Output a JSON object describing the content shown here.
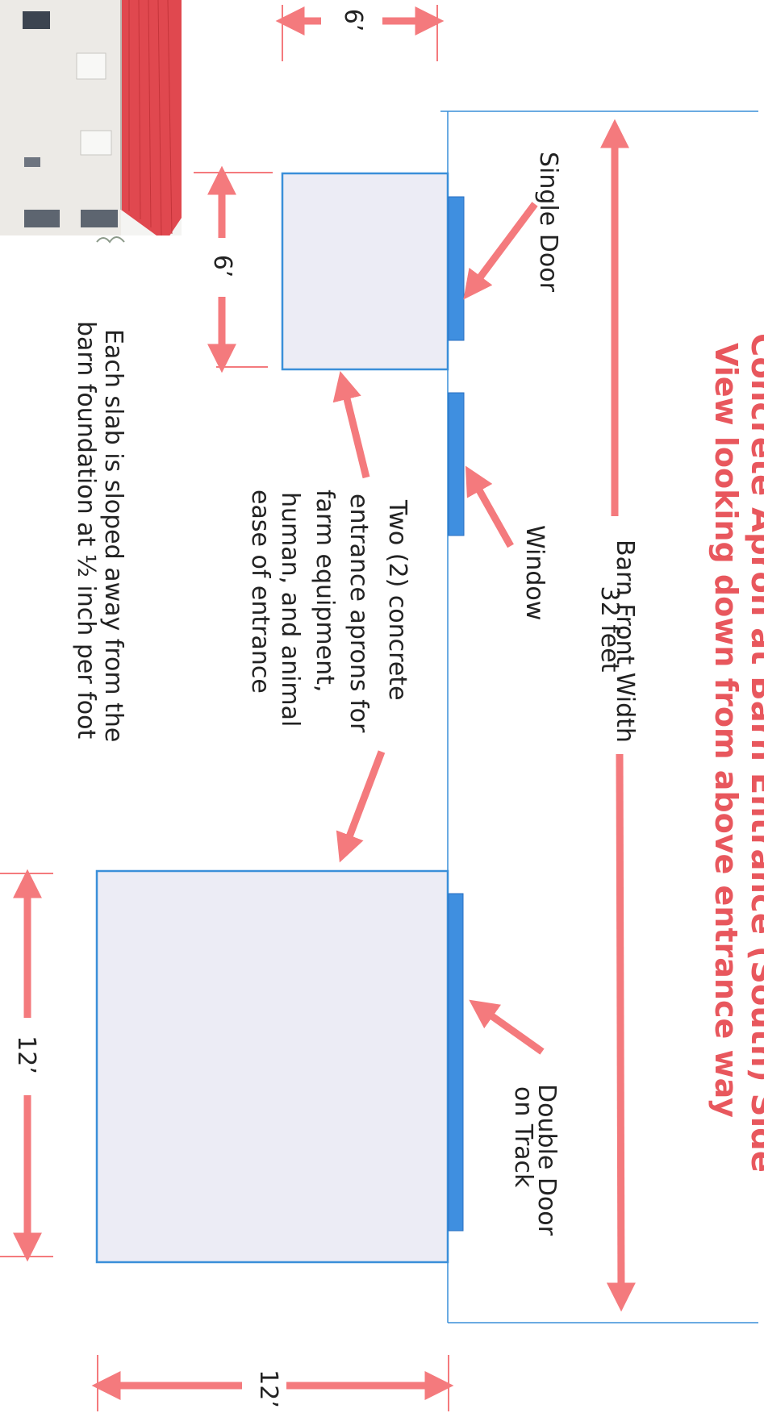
{
  "title": "Concrete Apron at Barn Entrance (South) Side",
  "subtitle": "View looking down from above entrance way",
  "barn_front_width": "Barn Front Width",
  "barn_front_width_value": "32 feet",
  "labels": {
    "single_door": "Single Door",
    "window": "Window",
    "double_door_line1": "Double Door",
    "double_door_line2": "on Track",
    "aprons_lines": [
      "Two (2) concrete",
      "entrance aprons for",
      "farm equipment,",
      "human, and animal",
      "ease of entrance"
    ],
    "slope_lines": [
      "Each slab is sloped away from the",
      "barn foundation  at  ½ inch per foot"
    ]
  },
  "dimensions": {
    "small_slab_depth": "6’",
    "small_slab_width": "6’",
    "large_slab_depth": "12’",
    "large_slab_width": "12’"
  },
  "colors": {
    "accent": "#f47a7d",
    "title": "#e8575d",
    "outline": "#3a8fd9",
    "slab_fill": "#ececf5",
    "door": "#3f8fe0",
    "text": "#222222"
  }
}
